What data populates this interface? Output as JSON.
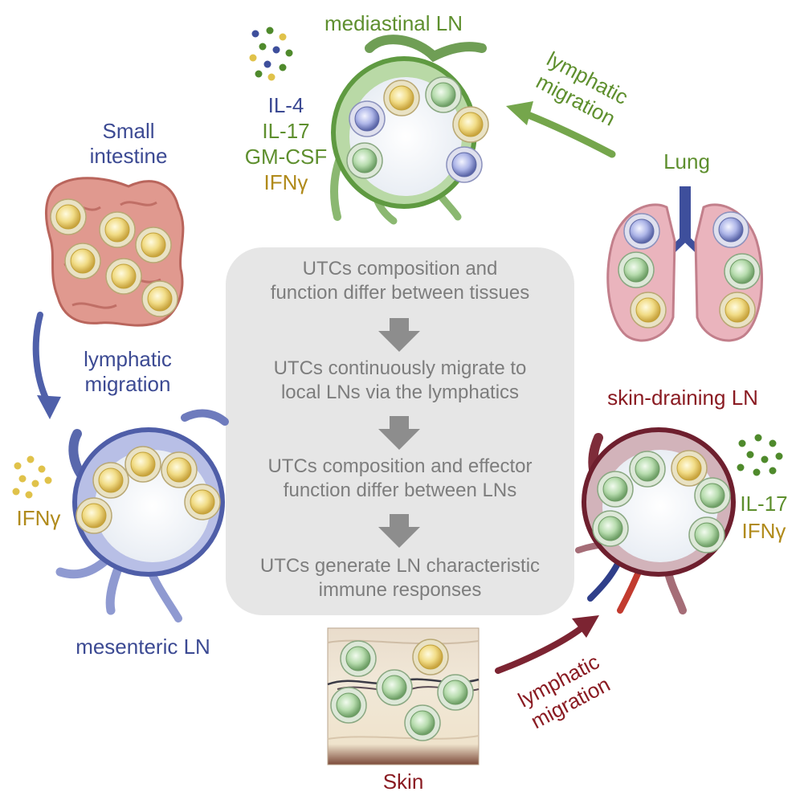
{
  "center_panel": {
    "steps": [
      [
        "UTCs composition and",
        "function differ between tissues"
      ],
      [
        "UTCs continuously migrate to",
        "local LNs via the lymphatics"
      ],
      [
        "UTCs composition and effector",
        "function differ between LNs"
      ],
      [
        "UTCs generate LN characteristic",
        "immune responses"
      ]
    ]
  },
  "tissues": {
    "small_intestine": [
      "Small",
      "intestine"
    ],
    "lung": "Lung",
    "skin": "Skin"
  },
  "lymph_nodes": {
    "mediastinal": "mediastinal LN",
    "mesenteric": "mesenteric LN",
    "skin_draining": "skin-draining LN"
  },
  "migration_labels": {
    "lung": [
      "lymphatic",
      "migration"
    ],
    "intestine": [
      "lymphatic",
      "migration"
    ],
    "skin": [
      "lymphatic",
      "migration"
    ]
  },
  "cytokines": {
    "mediastinal": [
      "IL-4",
      "IL-17",
      "GM-CSF",
      "IFNγ"
    ],
    "mesenteric": [
      "IFNγ"
    ],
    "skin_draining": [
      "IL-17",
      "IFNγ"
    ]
  },
  "colors": {
    "green_text": "#5e8f2e",
    "blue_text": "#3c4a93",
    "gold_text": "#b08a1a",
    "red_text": "#8a1b22",
    "panel": "#e6e6e6"
  }
}
